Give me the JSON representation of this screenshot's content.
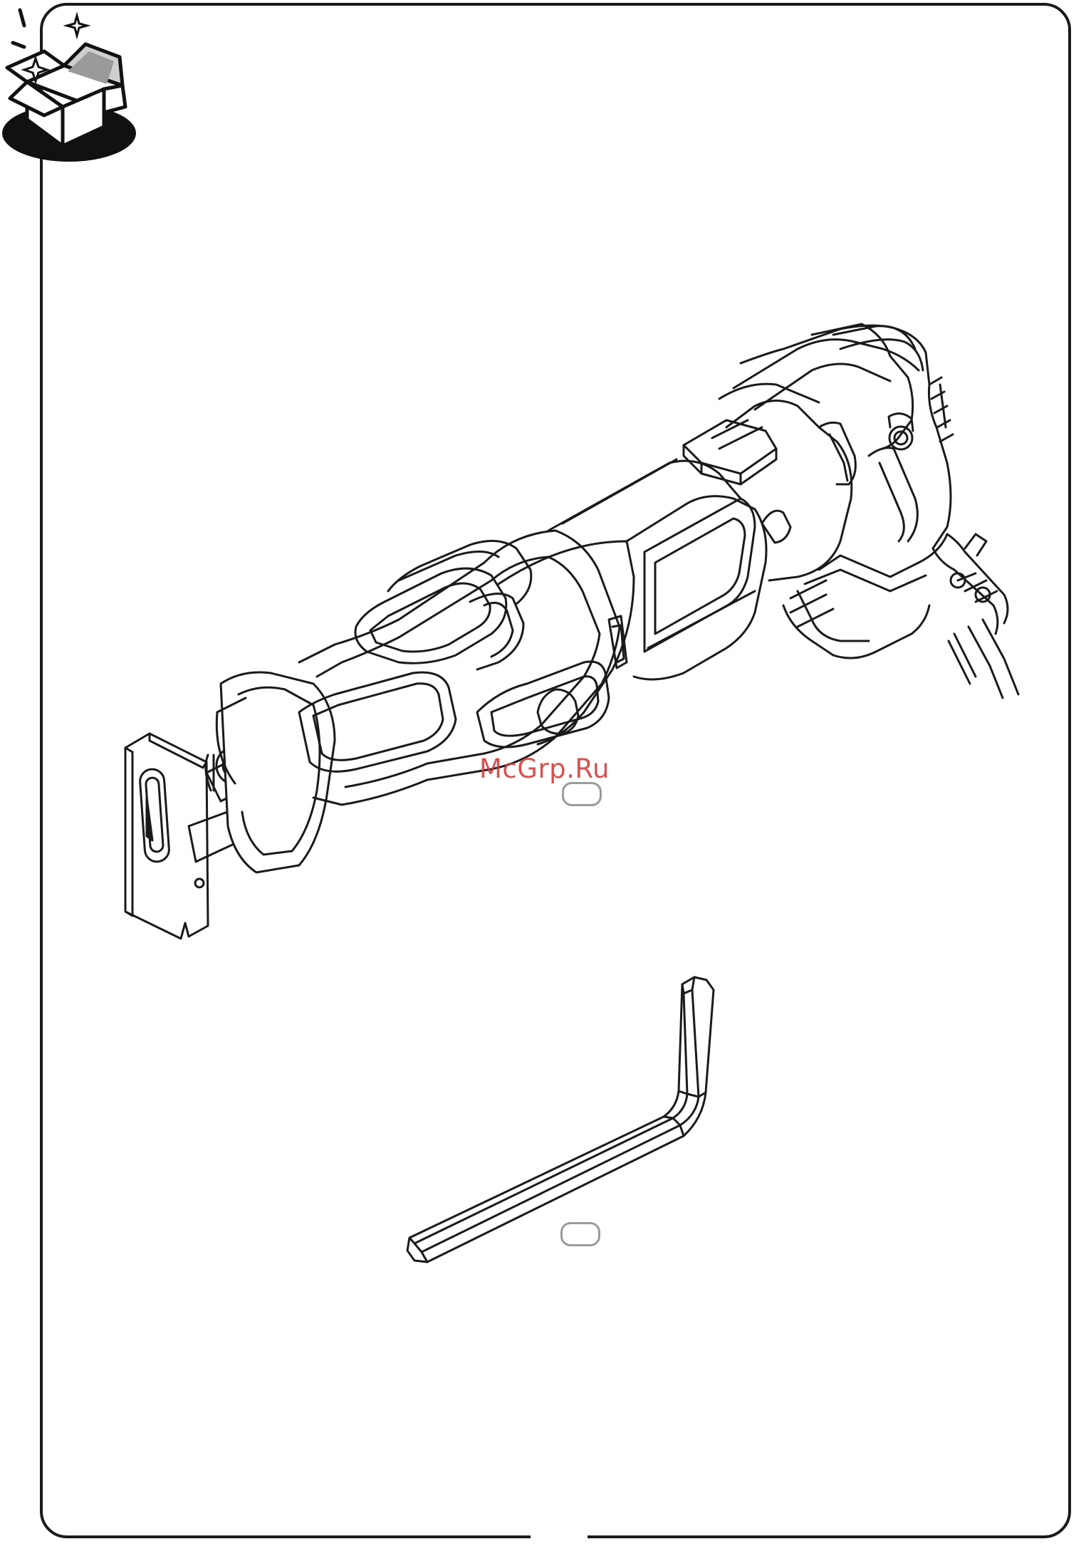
{
  "page": {
    "badge_icon": "unpacking-box-icon",
    "watermark_text": "McGrp.Ru"
  },
  "parts": [
    {
      "name": "reciprocating-saw",
      "label": ""
    },
    {
      "name": "hex-key",
      "label": ""
    }
  ],
  "colors": {
    "line": "#1a1a1a",
    "label_border": "#9a9a9a",
    "watermark": "#d23a3a"
  }
}
